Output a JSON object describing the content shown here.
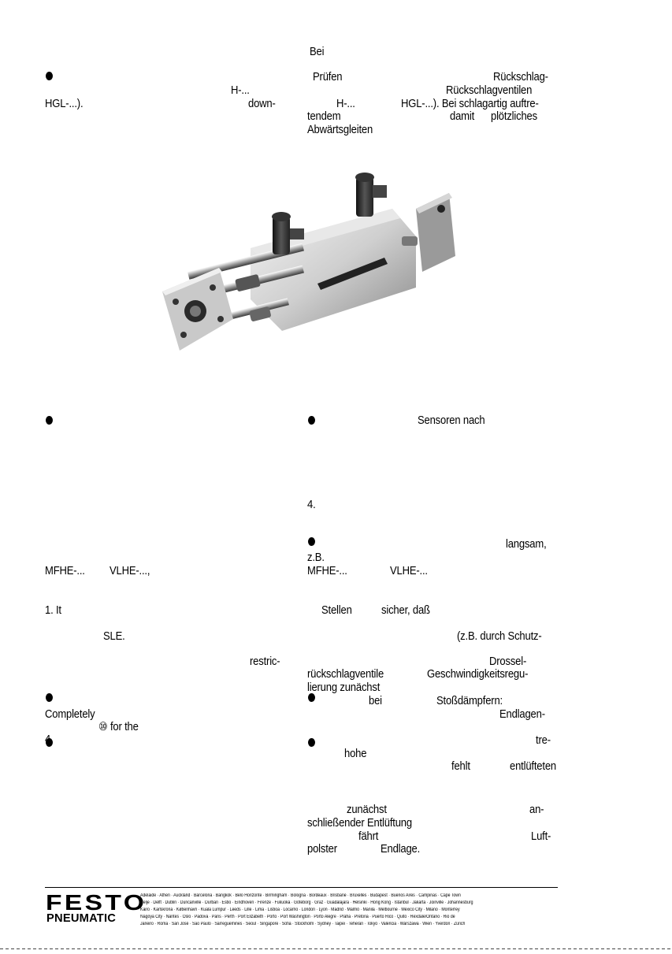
{
  "fragments": {
    "bei": "Bei",
    "prufen": "Prüfen",
    "ruckschlag": "Rückschlag-",
    "h1": "H-...",
    "ruckschlagventilen": "Rückschlagventilen",
    "hgl1": "HGL-...).",
    "down": "down-",
    "h2": "H-...",
    "hgl2": "HGL-...). Bei schlagartig auftre-",
    "tendem": "tendem",
    "damit": "damit",
    "plotzliches": "plötzliches",
    "abwarts": "Abwärtsgleiten",
    "sensoren": "Sensoren nach",
    "num4a": "4.",
    "langsam": "langsam,",
    "zb": "z.B.",
    "mfhe1": "MFHE-...",
    "vlhe1": "VLHE-...,",
    "mfhe2": "MFHE-...",
    "vlhe2": "VLHE-...",
    "it1": "1. It",
    "stellen": "Stellen",
    "sicher": "sicher, daß",
    "sle": "SLE.",
    "zbdurch": "(z.B. durch Schutz-",
    "restric": "restric-",
    "drossel": "Drossel-",
    "ruckschlagventile": "rückschlagventile",
    "geschw": "Geschwindigkeitsregu-",
    "lierung": "lierung zunächst",
    "bei2": "bei",
    "stoss": "Stoßdämpfern:",
    "completely": "Completely",
    "forthe": "⑩ for the",
    "endlagen": "Endlagen-",
    "num4b": "4.",
    "tre": "tre-",
    "hohe": "hohe",
    "fehlt": "fehlt",
    "entlufteten": "entlüfteten",
    "zunachst": "zunächst",
    "an": "an-",
    "schliessender": "schließender Entlüftung",
    "fahrt": "fährt",
    "luft": "Luft-",
    "polster": "polster",
    "endlage": "Endlage."
  },
  "footer": {
    "brand": "FESTO",
    "brand_sub": "PNEUMATIC",
    "cities_line1": "Adelaide · Athen · Auckland · Barcelona · Bangkok · Belo Horizonte · Birmingham · Bologna · Bordeaux · Brisbane · Bruxelles · Budapest · Buenos Aires · Campinas · Cape Town",
    "cities_line2": "Celje · Delft · Dublin · Duncanville · Durban · Esbo · Eindhoven · Firenze · Fukuoka · Göteborg · Graz · Guadalajara · Helsinki · Hong Kong · Istanbul · Jakarta · Joinville · Johannesburg",
    "cities_line3": "Kairo · Karlskrona · København · Kuala Lumpur · Leeds · Lille · Lima · Lisboa · Locarno · London · Lyon · Madrid · Malmö · Manila · Melbourne · Mexico City · Milano · Monterrey",
    "cities_line4": "Nagoya City · Nantes · Oslo · Padova · Paris · Perth · Port Elizabeth · Porto · Port Washington · Porto Alegre · Praha · Pretoria · Puerto Rico · Quito · Rexdale/Ontario · Rio de",
    "cities_line5": "Janeiro · Roma · San José · São Paulo · Sarreguemines · Seoul · Singapore · Sofia · Stockholm · Sydney · Taipei · Teheran · Tokyo · Valencia · Warszawa · Wien · Yverdon · Zürich"
  },
  "colors": {
    "ink": "#000000",
    "paper": "#ffffff"
  }
}
